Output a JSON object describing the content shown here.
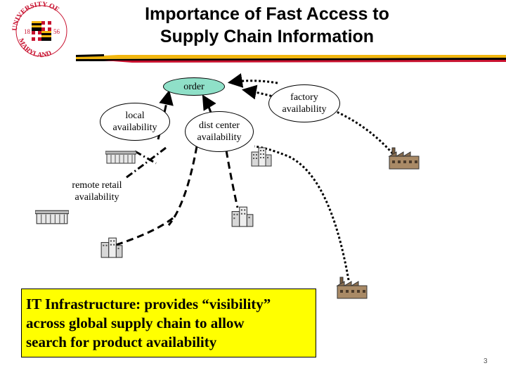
{
  "header": {
    "title_line1": "Importance of Fast Access to",
    "title_line2": "Supply Chain Information"
  },
  "logo": {
    "arc_text": "UNIVERSITY OF MARYLAND",
    "year_left": "18",
    "year_right": "56"
  },
  "diagram": {
    "order_label": "order",
    "local_label_1": "local",
    "local_label_2": "availability",
    "factory_label_1": "factory",
    "factory_label_2": "availability",
    "dist_label_1": "dist center",
    "dist_label_2": "availability",
    "remote_label_1": "remote retail",
    "remote_label_2": "availability"
  },
  "callout": {
    "line1": "IT Infrastructure:  provides “visibility”",
    "line2": "across global supply chain to allow",
    "line3": "search for product availability"
  },
  "page_number": "3",
  "colors": {
    "order_fill": "#8fe0c8",
    "callout_fill": "#ffff00",
    "maryland_red": "#c8102e",
    "maryland_gold": "#f2b70f"
  }
}
